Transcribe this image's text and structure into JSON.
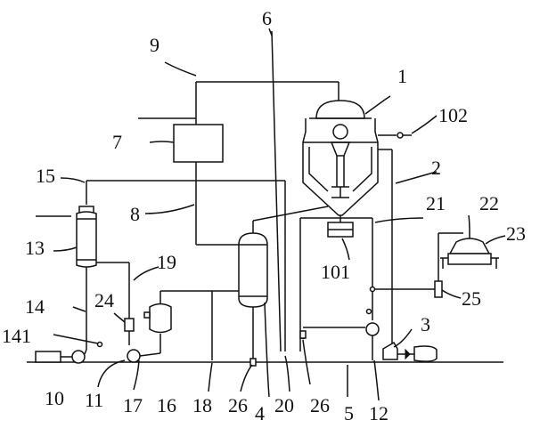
{
  "labels": {
    "l1": "1",
    "l2": "2",
    "l3": "3",
    "l4": "4",
    "l5": "5",
    "l6": "6",
    "l7": "7",
    "l8": "8",
    "l9": "9",
    "l10": "10",
    "l11": "11",
    "l12": "12",
    "l13": "13",
    "l14": "14",
    "l15": "15",
    "l16": "16",
    "l17": "17",
    "l18": "18",
    "l19": "19",
    "l20": "20",
    "l21": "21",
    "l22": "22",
    "l23": "23",
    "l24": "24",
    "l25": "25",
    "l26a": "26",
    "l26b": "26",
    "l101": "101",
    "l102": "102",
    "l141": "141"
  },
  "colors": {
    "stroke": "#111111",
    "background": "#ffffff"
  }
}
